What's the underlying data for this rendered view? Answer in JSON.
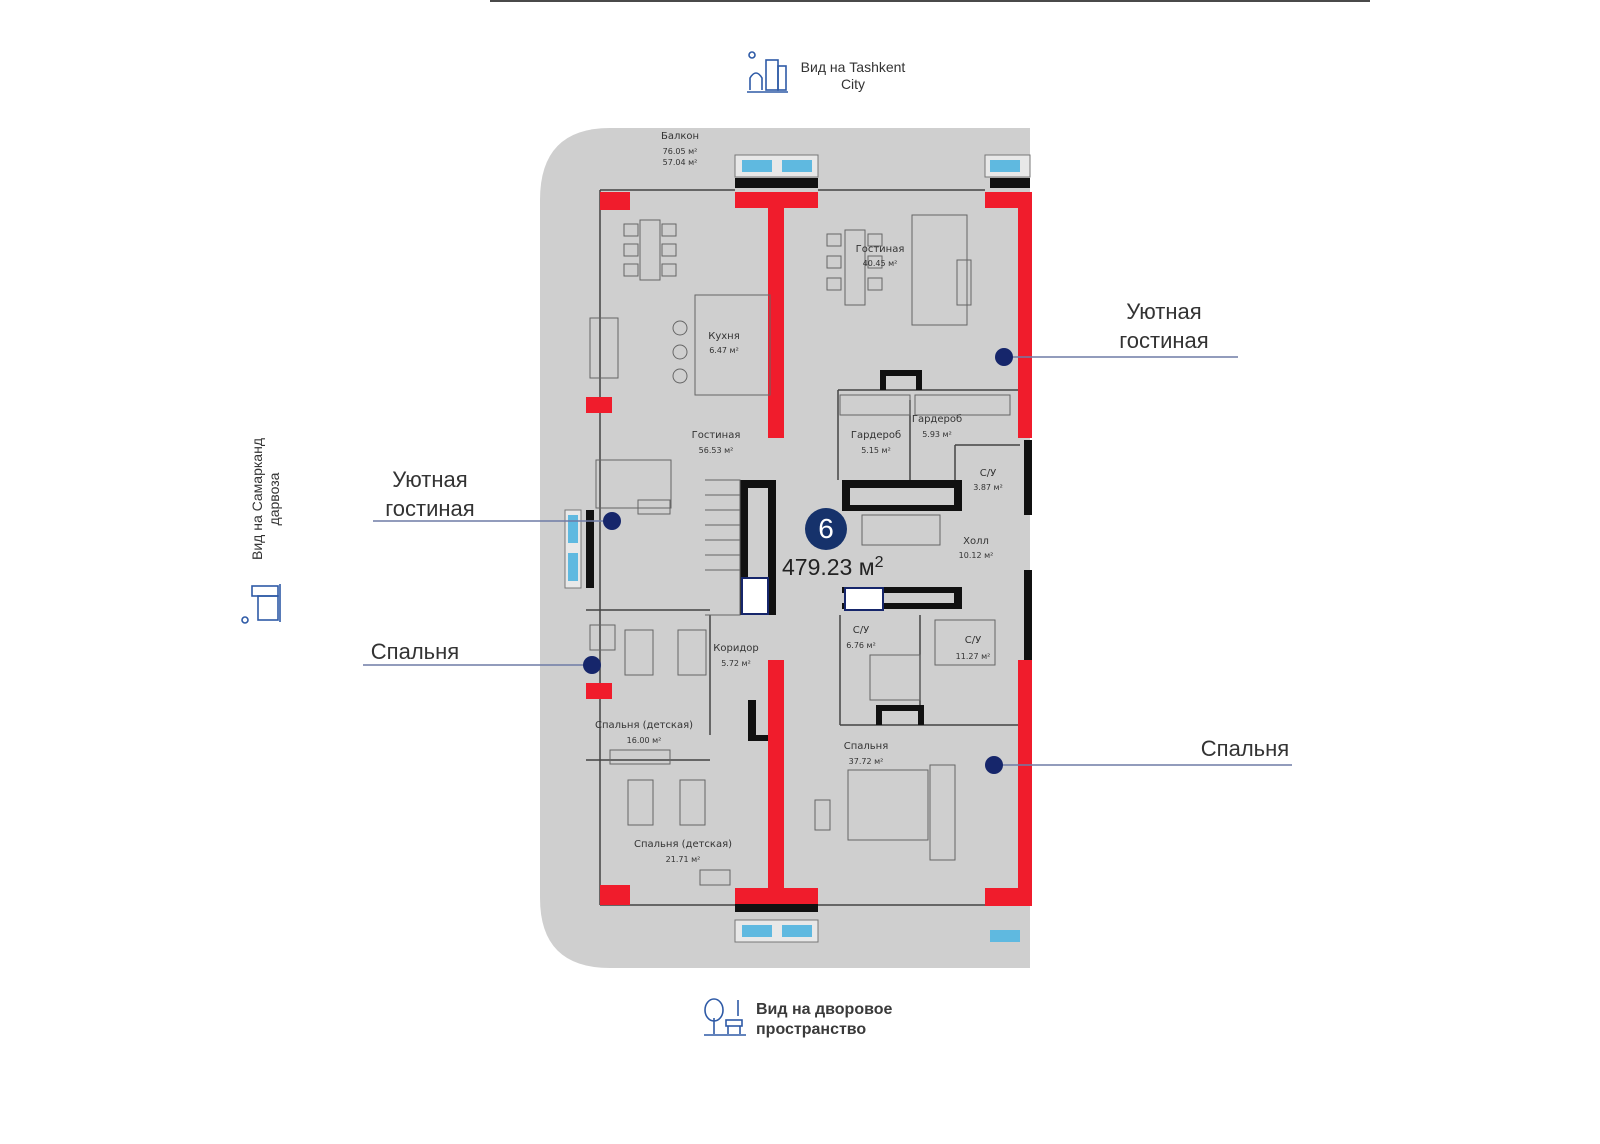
{
  "views": {
    "north": "Вид на Tashkent City",
    "west": "Вид на Самарканд дарвоза",
    "south": "Вид на дворовое пространство"
  },
  "callouts": [
    {
      "label": "Уютная гостиная"
    },
    {
      "label": "Уютная гостиная"
    },
    {
      "label": "Спальня"
    },
    {
      "label": "Спальня"
    }
  ],
  "apartment": {
    "number": "6",
    "area": "479.23 м",
    "area_unit_sup": "2"
  },
  "rooms": [
    {
      "name": "Балкон",
      "area": "76.05 м²",
      "area2": "57.04 м²"
    },
    {
      "name": "Гостиная",
      "area": "40.45 м²"
    },
    {
      "name": "Кухня",
      "area": "6.47 м²"
    },
    {
      "name": "Гостиная",
      "area": "56.53 м²"
    },
    {
      "name": "Гардероб",
      "area": "5.15 м²"
    },
    {
      "name": "Гардероб",
      "area": "5.93 м²"
    },
    {
      "name": "С/У",
      "area": "3.87 м²"
    },
    {
      "name": "Холл",
      "area": "10.12 м²"
    },
    {
      "name": "С/У",
      "area": "6.76 м²"
    },
    {
      "name": "С/У",
      "area": "11.27 м²"
    },
    {
      "name": "Коридор",
      "area": "5.72 м²"
    },
    {
      "name": "Спальня (детская)",
      "area": "16.00 м²"
    },
    {
      "name": "Спальня",
      "area": "37.72 м²"
    },
    {
      "name": "Спальня (детская)",
      "area": "21.71 м²"
    }
  ],
  "colors": {
    "floor": "#cfcfcf",
    "wall": "#111111",
    "structural": "#f01c2c",
    "marker": "#16266b",
    "window": "#5fb9e0",
    "leader": "#6f7ba6"
  }
}
